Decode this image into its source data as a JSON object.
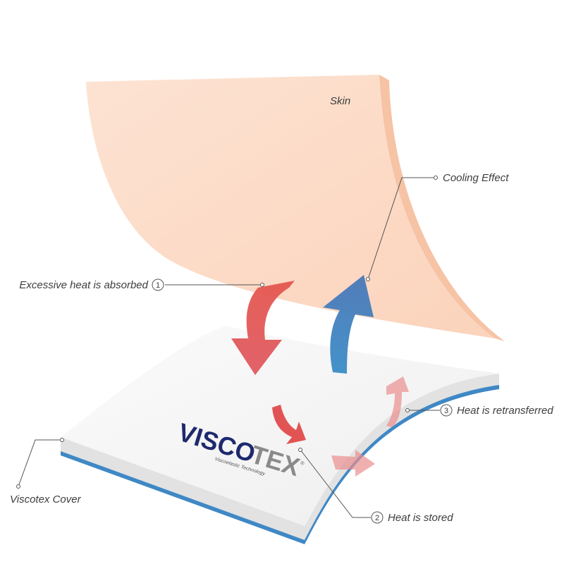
{
  "labels": {
    "skin": "Skin",
    "cooling_effect": "Cooling Effect",
    "excessive_heat": "Excessive heat is absorbed",
    "heat_retransferred": "Heat is retransferred",
    "heat_stored": "Heat is stored",
    "viscotex_cover": "Viscotex Cover"
  },
  "step_numbers": {
    "absorbed": "1",
    "stored": "2",
    "retransferred": "3"
  },
  "logo": {
    "brand_part1": "VISCO",
    "brand_part2": "TEX",
    "registered": "®",
    "tagline": "Viscoelastic Technology"
  },
  "colors": {
    "skin": "#fcd9c4",
    "skin_edge": "#f6c3a5",
    "cover_top": "#f4f4f4",
    "cover_edge": "#3f88c5",
    "heat_arrow": "#e0524f",
    "cool_arrow": "#3e82be",
    "brand_dark": "#1e2a6e",
    "brand_grey": "#8a8a8a"
  },
  "icons": {
    "heat_absorb_arrow": "curved-down-arrow-icon",
    "cooling_arrow": "curved-up-arrow-icon",
    "heat_store_arrow": "small-curved-arrow-icon",
    "retransfer_arrows": "faded-arrow-icon"
  }
}
